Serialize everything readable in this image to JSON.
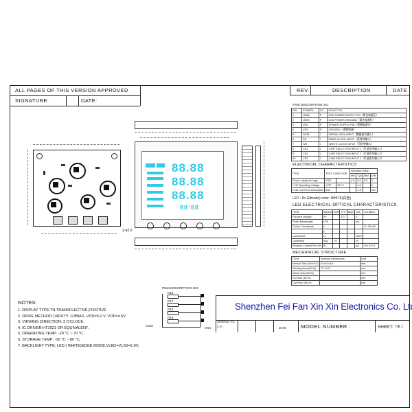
{
  "title_block": {
    "approval_text": "ALL PAGES OF THIS VERSION APPROVED",
    "signature_label": "SIGNATURE:",
    "date_label": "DATE:",
    "rev_label": "REV.",
    "description_label": "DESCRIPTION",
    "date_col_label": "DATE"
  },
  "pins_jk1": {
    "title": "PINS DESCRIPTION  JK1",
    "headers": [
      "PIN",
      "SYMBOL",
      "I/O",
      "FUNCTION"
    ],
    "rows": [
      [
        "1",
        "LEDA",
        "P",
        "LED  POWER SUPPLY PIN（背光电源正）"
      ],
      [
        "2",
        "LEDK",
        "P",
        "LED  POWER GROUND（背光电源负）"
      ],
      [
        "3",
        "VDD",
        "P",
        "POWER SUPPLY PIN（逻辑电源正）"
      ],
      [
        "4",
        "VSS",
        "P",
        "GROUND（逻辑电源）"
      ],
      [
        "5",
        "DATA",
        "I",
        "SERIAL DATA INPUT（数据信号输入）"
      ],
      [
        "6",
        "RD",
        "I",
        "READ CLOCK INPUT（读时钟输入）"
      ],
      [
        "7",
        "WR",
        "I",
        "WRITE CLOCK INPUT（写时钟输入）"
      ],
      [
        "8",
        "CS1",
        "I",
        "CHIP SELECTION INPUT 1（片选信号输入1）"
      ],
      [
        "9",
        "CS2",
        "I",
        "CHIP SELECTION INPUT 2（片选信号输入2）"
      ],
      [
        "10",
        "CS3",
        "I",
        "CHIP SELECTION INPUT 3（片选信号输入3）"
      ]
    ]
  },
  "electrical": {
    "title": "ELECTRICAL CHARACTERISTICS",
    "headers": [
      "ITEM",
      "TEST CONDITION",
      "Standard Value"
    ],
    "subheaders": [
      "Min",
      "Typ",
      "Max",
      "Unit"
    ],
    "rows": [
      [
        "Power supply for logic",
        "VDD",
        "",
        "4.5",
        "5.0",
        "5.5",
        "V"
      ],
      [
        "LCD Operating Voltage",
        "VOP",
        "25° C",
        "",
        "4.5",
        "",
        "V"
      ],
      [
        "LCM Current Consumption",
        "IDD",
        "",
        "",
        "1.5",
        "",
        "mA"
      ]
    ]
  },
  "led": {
    "color_note": "LED : 8× Edisode) color:    WHITE(白色)",
    "title": "LED ELECTRICAL-OPTICAL CHARACTERISTICS",
    "headers": [
      "ITEM",
      "Symbol",
      "MIN",
      "TYP",
      "MAX",
      "Unit",
      "Condition"
    ],
    "rows": [
      [
        "Forward Voltage",
        "VF",
        "",
        "3.0",
        "",
        "V",
        ""
      ],
      [
        "Peak Wavelength",
        "λ Pk",
        "",
        "",
        "",
        "nm",
        ""
      ],
      [
        "Colour Coordinate",
        "x",
        "",
        "",
        "",
        "",
        "If= 30 mA"
      ],
      [
        "",
        "y",
        "",
        "",
        "",
        "",
        ""
      ],
      [
        "Luminance",
        "Lv",
        "",
        "",
        "",
        "cd/m²",
        ""
      ],
      [
        "Uniformity",
        "Avg",
        "70",
        "",
        "",
        "%",
        ""
      ],
      [
        "Reverse Current Per Die",
        "IR",
        "",
        "",
        "",
        "μA",
        "Vr= 5.0  V"
      ]
    ]
  },
  "mechanical": {
    "title": "MECHANICAL STRUCTURE",
    "headers": [
      "ITEM",
      "Nominal Dimensions",
      "Unit"
    ],
    "rows": [
      [
        "Module Size (W×H×T)",
        "81×67×5.5",
        "mm"
      ],
      [
        "Viewing Area (W×H)",
        "72.7×67",
        "mm"
      ],
      [
        "Active Area (W×H)",
        "",
        "mm"
      ],
      [
        "Dot Size (W×H)",
        "",
        "mm"
      ],
      [
        "Dot Pitch (W×H)",
        "",
        "mm"
      ]
    ]
  },
  "notes": {
    "title": "NOTES:",
    "items": [
      "1. DISPLAY TYPE:TN TRANSFLECTIVE,POSITIVE",
      "2. DRIVE METHOD:1/4DUTY, 1/3BIAS, VDD=5.0 V, VOP=4.5V,",
      "3. VIEWING DIRECTION:    3  O'CLOCK.",
      "4. IC DRIVER:HT1621  OR EQUIVALENT.",
      "5. OPERATING TEMP: -20 °C ~ 70 °C.",
      "6. STORAGE TEMP: -30 °C ~ 80 °C.",
      "7. BACKLIGHT TYPE:  LED ( WHITE)EDGE MODE,VLED=VLSS=5.0V,"
    ]
  },
  "pins_jk2": {
    "title": "PINS DESCRIPTION  JK2",
    "resistors": [
      "R16",
      "R17",
      "R18",
      "R19"
    ],
    "com_label": "COM",
    "vss_label": "VSS"
  },
  "company": {
    "name": "Shenzhen Fei Fan Xin Xin Electronics Co. Ltd",
    "color": "#1a1aa6"
  },
  "footer": {
    "tol_label": "GENERAL TOL",
    "tol_value": "0.20",
    "date_label": "DATE",
    "model_label": "MODEL NUMBER :",
    "sheet_label": "SHEET:",
    "sheet_value": "DE 1"
  },
  "lcd": {
    "digits_top": "88.88",
    "digits_mid": "88.88",
    "digits_low": "88.88",
    "small_digits": "88:88",
    "dim_label": "2-ø2.0",
    "segment_color": "#33c9e6"
  }
}
